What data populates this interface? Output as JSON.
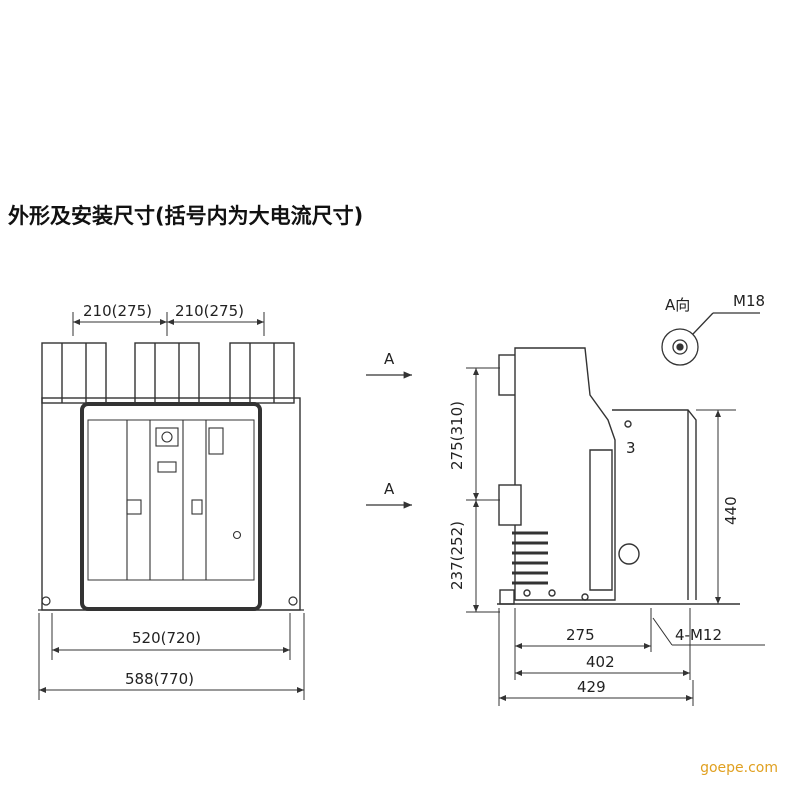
{
  "title": "外形及安装尺寸(括号内为大电流尺寸)",
  "front_view": {
    "dim_top_left": "210(275)",
    "dim_top_right": "210(275)",
    "dim_inner_width": "520(720)",
    "dim_outer_width": "588(770)"
  },
  "side_view": {
    "arrow_upper_label": "A",
    "arrow_lower_label": "A",
    "dim_upper_height": "275(310)",
    "dim_lower_height": "237(252)",
    "dim_total_height": "440",
    "dim_275": "275",
    "dim_402": "402",
    "dim_429": "429",
    "mount_label": "4-M12",
    "part_number": "3"
  },
  "detail_a": {
    "view_label": "A向",
    "thread_label": "M18"
  },
  "watermark": "goepe.com"
}
